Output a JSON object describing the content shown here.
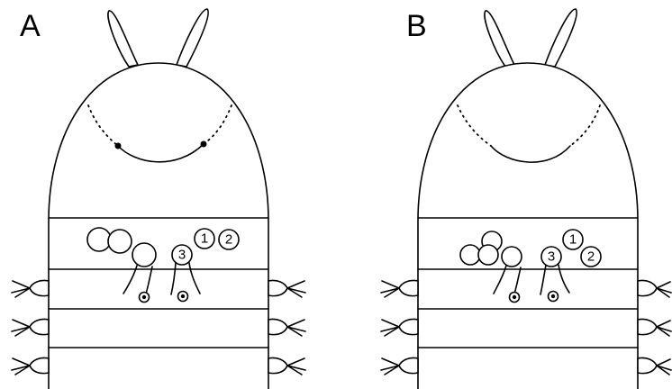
{
  "panels": [
    {
      "letter": "A",
      "labels": [
        "3",
        "1",
        "2"
      ]
    },
    {
      "letter": "B",
      "labels": [
        "3",
        "1",
        "2"
      ]
    }
  ]
}
